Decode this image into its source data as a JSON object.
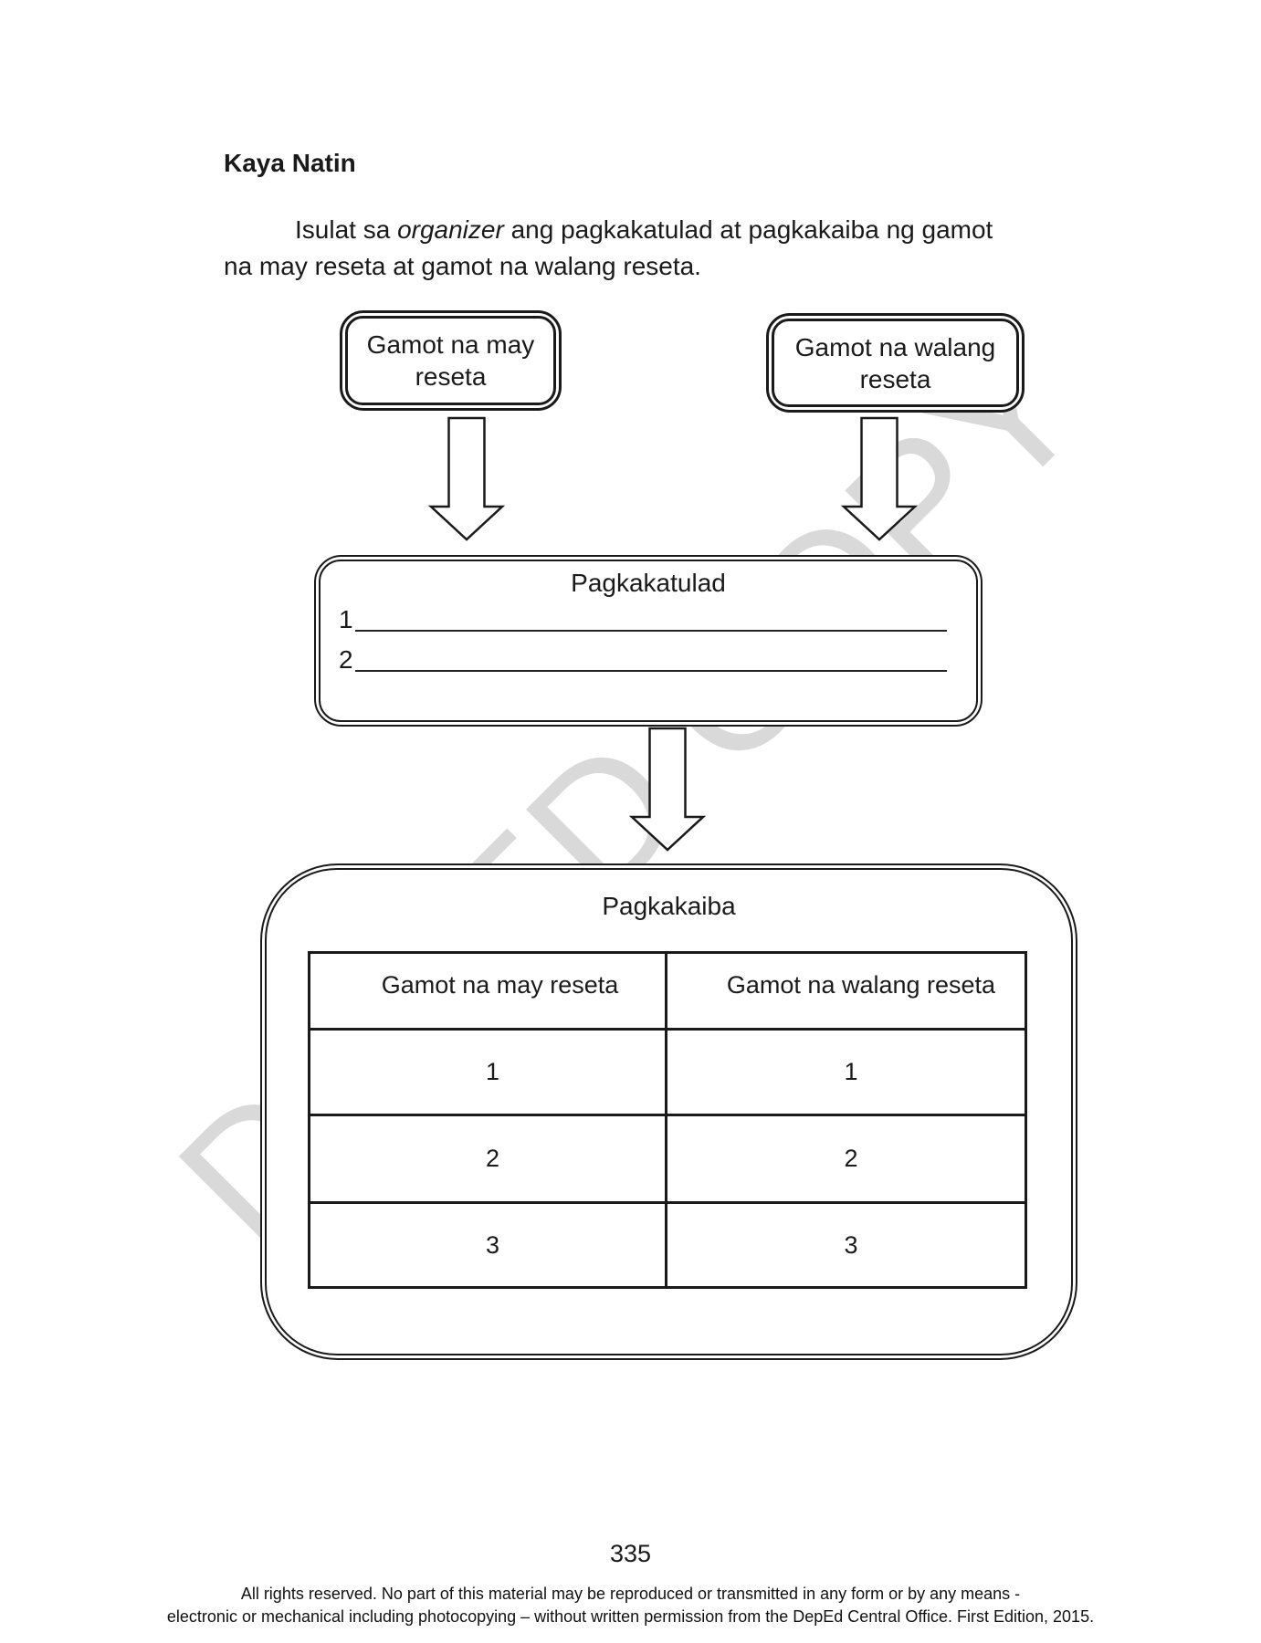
{
  "watermark": "DEPED COPY",
  "header": {
    "section_title": "Kaya Natin"
  },
  "instruction": {
    "line1_pre": "Isulat sa ",
    "line1_italic": "organizer",
    "line1_post": " ang pagkakatulad at pagkakaiba ng gamot",
    "line2": "na may reseta at gamot na walang reseta."
  },
  "organizer": {
    "source_boxes": [
      {
        "label": "Gamot na may reseta"
      },
      {
        "label": "Gamot na walang reseta"
      }
    ],
    "similarities": {
      "title": "Pagkakatulad",
      "lines": [
        "1",
        "2"
      ]
    },
    "differences": {
      "title": "Pagkakaiba",
      "table": {
        "headers": [
          "Gamot na may reseta",
          "Gamot na walang reseta"
        ],
        "rows": [
          [
            "1",
            "1"
          ],
          [
            "2",
            "2"
          ],
          [
            "3",
            "3"
          ]
        ]
      }
    }
  },
  "footer": {
    "page_number": "335",
    "line1": "All rights reserved. No part of this material may be reproduced or transmitted in any form or by any means -",
    "line2": "electronic or mechanical including photocopying – without written permission from the DepEd Central Office. First Edition, 2015."
  }
}
